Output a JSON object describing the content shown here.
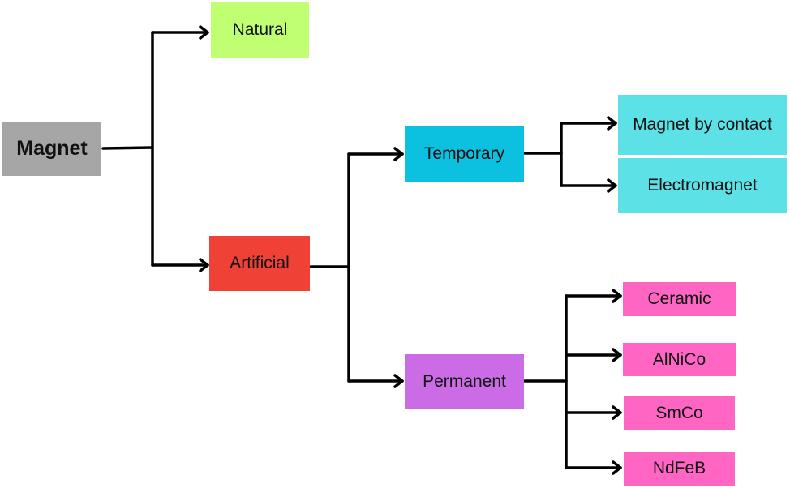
{
  "diagram": {
    "nodes": {
      "root": {
        "label": "Magnet",
        "color": "#a6a6a6"
      },
      "natural": {
        "label": "Natural",
        "color": "#c1ff72"
      },
      "artificial": {
        "label": "Artificial",
        "color": "#ef4136"
      },
      "temporary": {
        "label": "Temporary",
        "color": "#0cc0df"
      },
      "permanent": {
        "label": "Permanent",
        "color": "#cb6ce6"
      },
      "magnet_by_contact": {
        "label": "Magnet by contact",
        "color": "#5ce1e6"
      },
      "electromagnet": {
        "label": "Electromagnet",
        "color": "#5ce1e6"
      },
      "ceramic": {
        "label": "Ceramic",
        "color": "#ff66c4"
      },
      "alnico": {
        "label": "AlNiCo",
        "color": "#ff66c4"
      },
      "smco": {
        "label": "SmCo",
        "color": "#ff66c4"
      },
      "ndfeb": {
        "label": "NdFeB",
        "color": "#ff66c4"
      }
    },
    "edges": [
      [
        "root",
        "natural"
      ],
      [
        "root",
        "artificial"
      ],
      [
        "artificial",
        "temporary"
      ],
      [
        "artificial",
        "permanent"
      ],
      [
        "temporary",
        "magnet_by_contact"
      ],
      [
        "temporary",
        "electromagnet"
      ],
      [
        "permanent",
        "ceramic"
      ],
      [
        "permanent",
        "alnico"
      ],
      [
        "permanent",
        "smco"
      ],
      [
        "permanent",
        "ndfeb"
      ]
    ],
    "connector_color": "#000000"
  }
}
